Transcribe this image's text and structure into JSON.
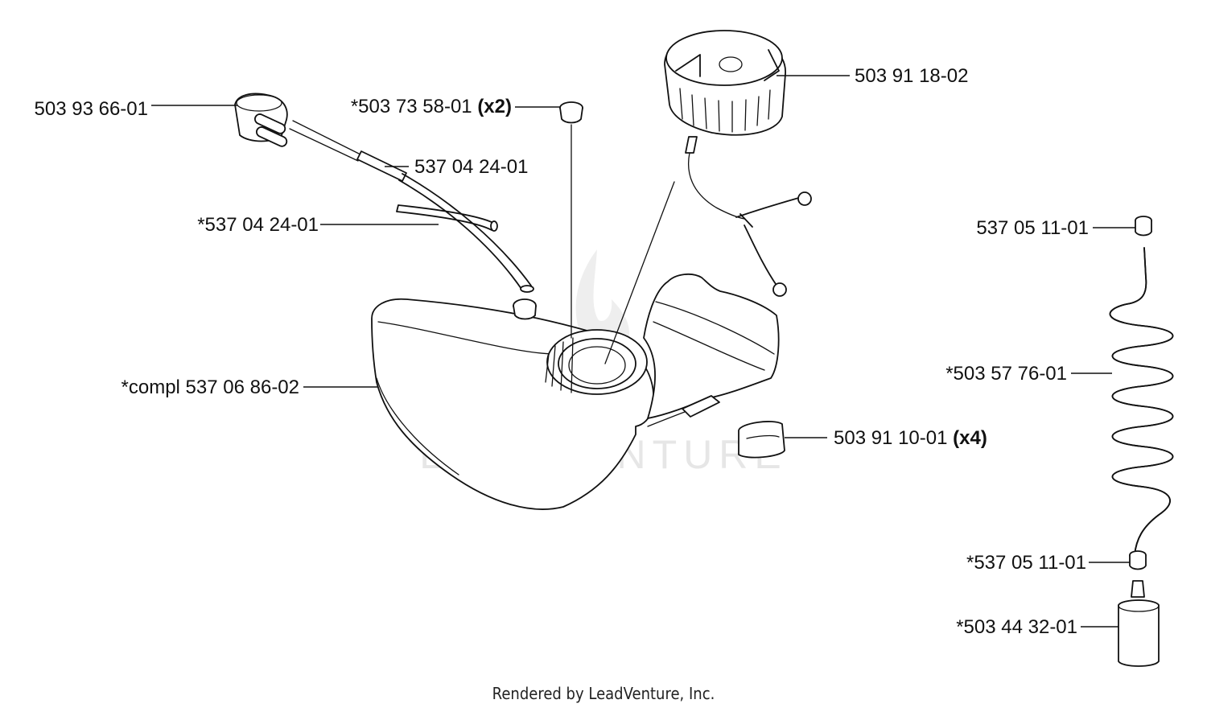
{
  "watermark": "LEADVENTURE",
  "footer": "Rendered by LeadVenture, Inc.",
  "parts": {
    "fuel_pickup": {
      "number": "503 93 66-01",
      "qty": ""
    },
    "grommet": {
      "number": "*503 73 58-01",
      "qty": "(x2)"
    },
    "fuel_cap": {
      "number": "503 91 18-02",
      "qty": ""
    },
    "fuel_hose": {
      "number": "537 04 24-01",
      "qty": ""
    },
    "fuel_hose_alt": {
      "number": "*537 04 24-01",
      "qty": ""
    },
    "fuel_tank": {
      "number": "*compl 537 06 86-02",
      "qty": ""
    },
    "rubber_mount": {
      "number": "503 91 10-01",
      "qty": "(x4)"
    },
    "fitting_top": {
      "number": "537 05 11-01",
      "qty": ""
    },
    "coil_hose": {
      "number": "*503 57 76-01",
      "qty": ""
    },
    "fitting_bottom": {
      "number": "*537 05 11-01",
      "qty": ""
    },
    "fuel_filter": {
      "number": "*503 44 32-01",
      "qty": ""
    }
  }
}
